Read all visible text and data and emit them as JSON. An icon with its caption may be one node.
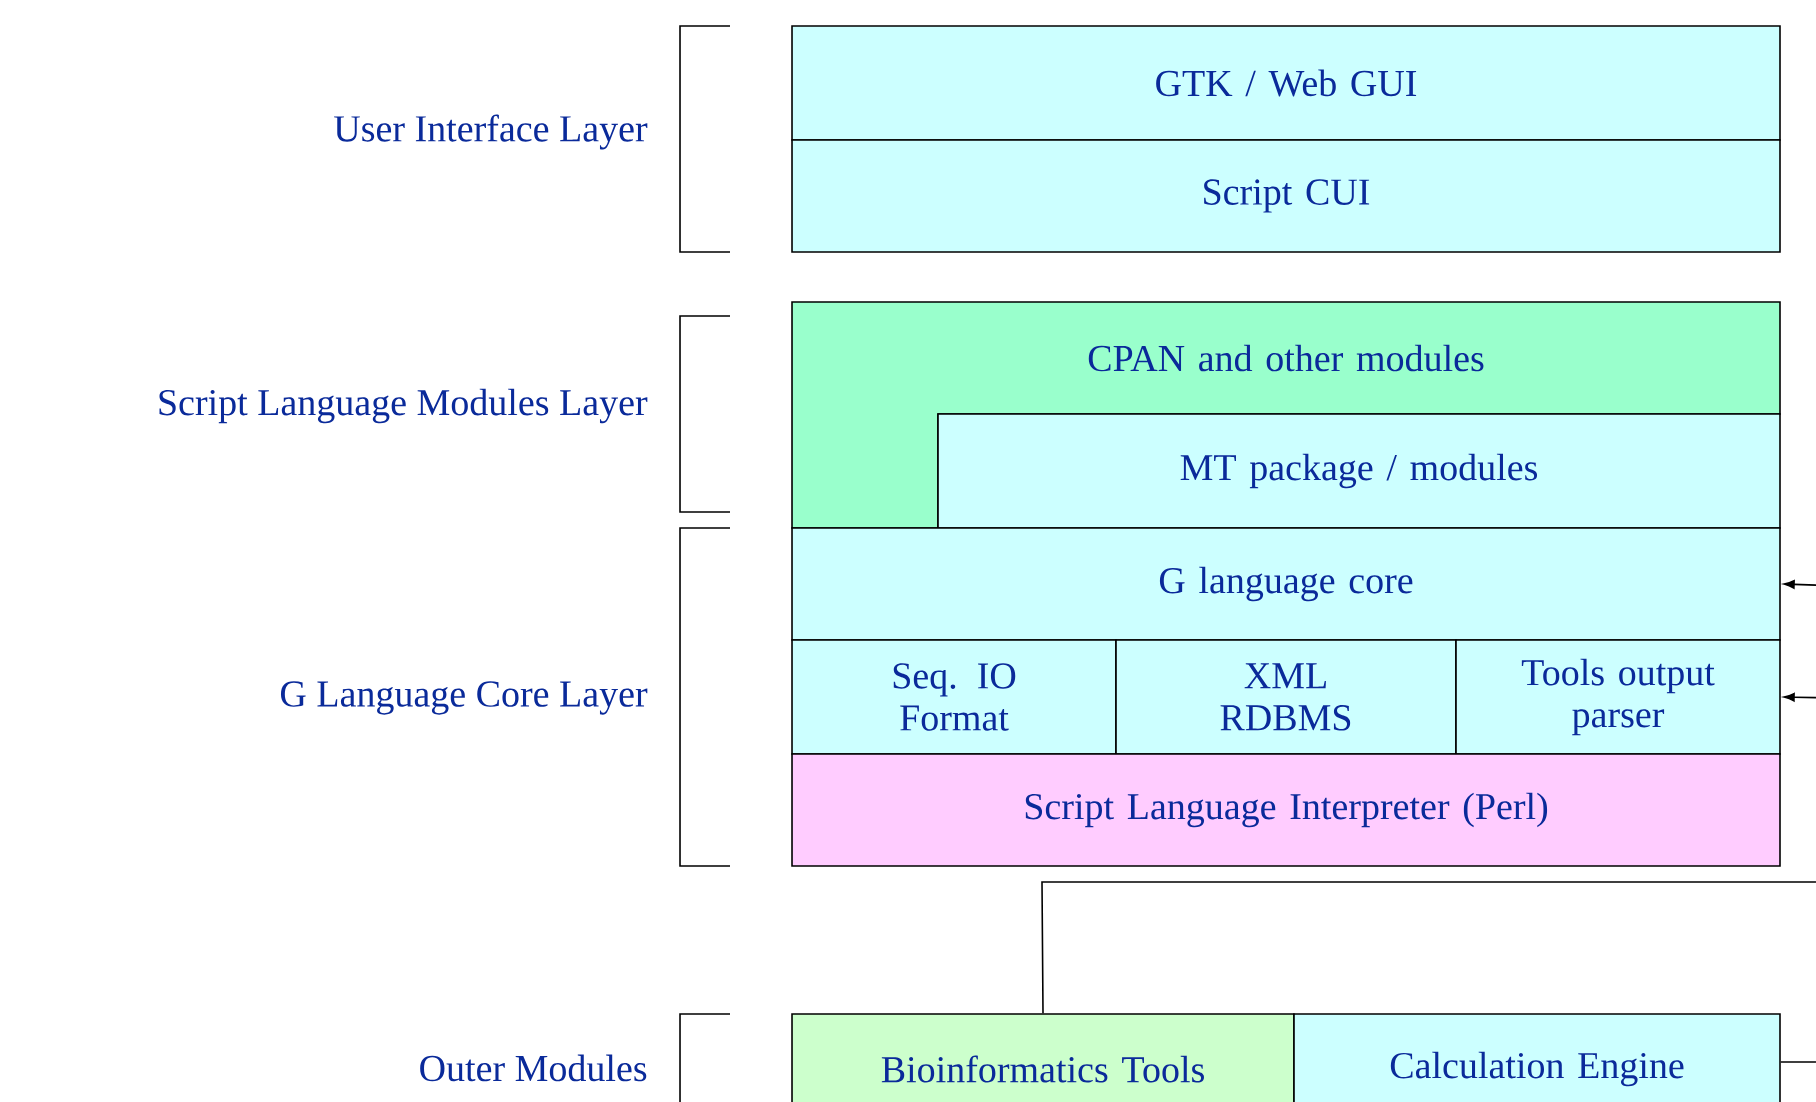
{
  "diagram": {
    "nodes": [
      {
        "text": [
          "GTK / Web GUI"
        ]
      },
      {
        "text": [
          "Script CUI"
        ]
      },
      {
        "text": [
          "CPAN and other modules"
        ]
      },
      {
        "text": [
          "MT package / modules"
        ],
        "in": 2
      },
      {
        "text": [
          "G language core"
        ]
      },
      {
        "text": [
          "Seq. IO Format"
        ]
      },
      {
        "text": [
          "XML RDBMS"
        ]
      },
      {
        "text": [
          "Tools output parser"
        ]
      },
      {
        "text": [
          "Script Language Interpreter (Perl)"
        ]
      },
      {
        "text": [
          "Bioinformatics Tools"
        ]
      },
      {
        "text": [
          "Calculation Engine"
        ]
      }
    ],
    "edges": [
      {
        "from": 9,
        "to": 7,
        "arrow": "to"
      },
      {
        "from": 10,
        "to": 4,
        "arrow": "to"
      }
    ],
    "labels": [
      "User Interface Layer",
      "Script Language Modules Layer",
      "G Language Core Layer",
      "Outer Modules"
    ]
  }
}
